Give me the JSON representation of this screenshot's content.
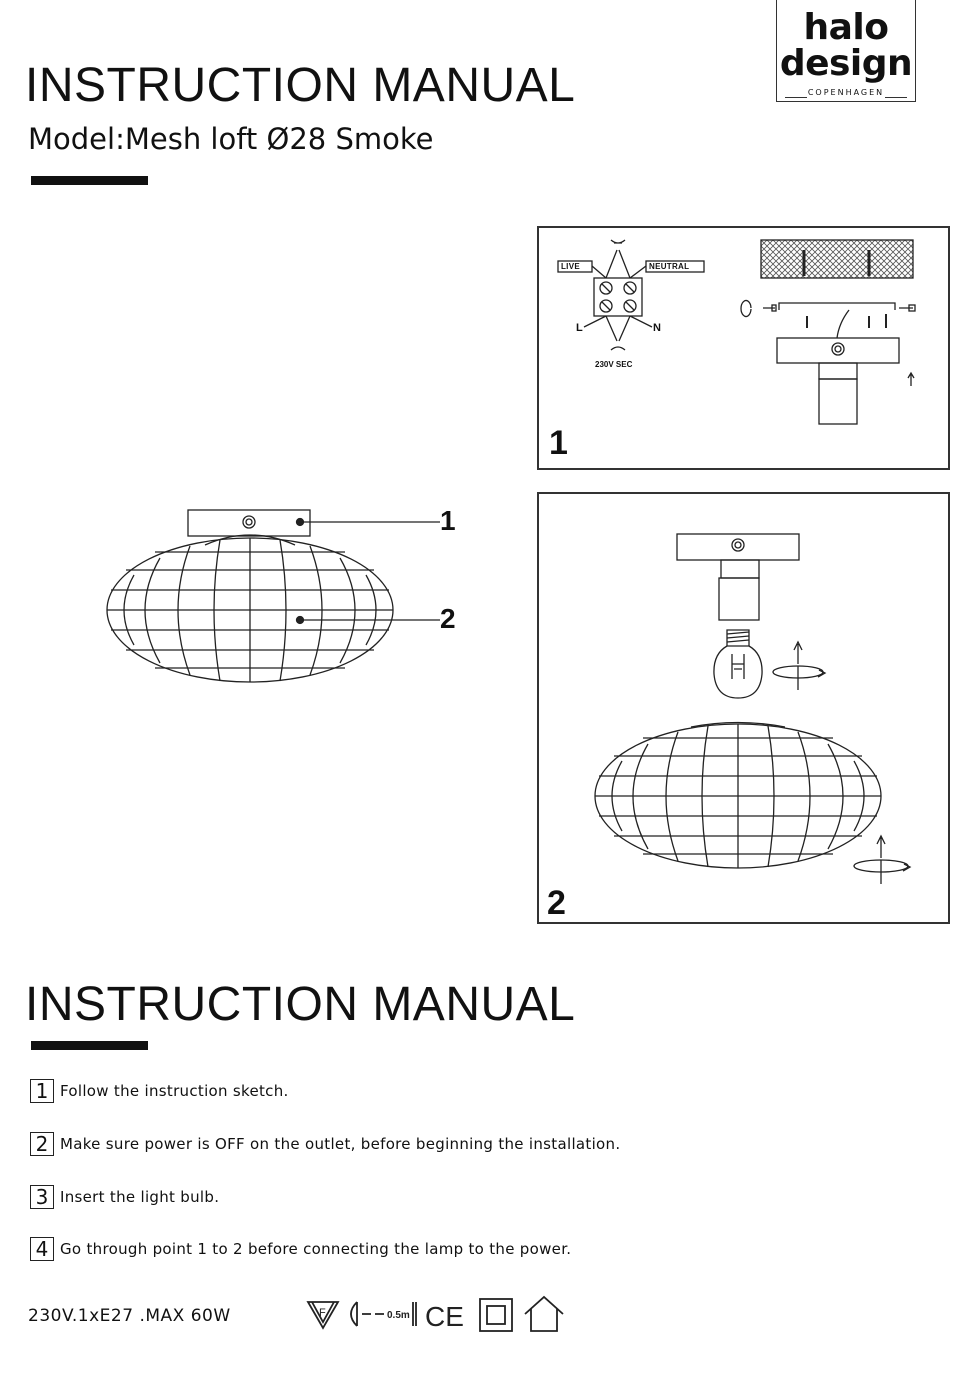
{
  "header": {
    "title": "INSTRUCTION MANUAL",
    "model": "Model:Mesh loft Ø28 Smoke"
  },
  "logo": {
    "line1": "halo",
    "line2": "design",
    "line3": "COPENHAGEN"
  },
  "figure_main": {
    "callouts": [
      "1",
      "2"
    ]
  },
  "panel1": {
    "number": "1",
    "labels": {
      "live": "LIVE",
      "neutral": "NEUTRAL",
      "l": "L",
      "n": "N",
      "supply": "230V SEC"
    }
  },
  "panel2": {
    "number": "2"
  },
  "section2": {
    "title": "INSTRUCTION MANUAL",
    "steps": [
      {
        "num": "1",
        "text": "Follow the instruction sketch."
      },
      {
        "num": "2",
        "text": "Make sure power is OFF on the outlet, before beginning the installation."
      },
      {
        "num": "3",
        "text": "Insert the light bulb."
      },
      {
        "num": "4",
        "text": "Go through point 1 to 2 before connecting the lamp to the power."
      }
    ]
  },
  "footer": {
    "spec": "230V.1xE27 .MAX 60W",
    "symbols": {
      "f_mark": "F",
      "distance": "0.5m",
      "ce": "CE"
    },
    "icons": [
      "f-triangle-icon",
      "distance-lamp-icon",
      "ce-mark-icon",
      "class-ii-icon",
      "indoor-house-icon"
    ]
  }
}
